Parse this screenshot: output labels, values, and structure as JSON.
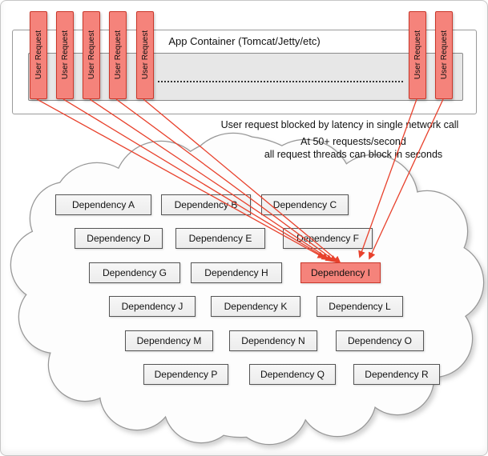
{
  "app_container": {
    "label": "App Container (Tomcat/Jetty/etc)"
  },
  "user_request_label": "User Request",
  "notes": {
    "blocked": "User request blocked by latency in single network call",
    "rate": "At 50+ requests/second",
    "threads": "all request threads can block in seconds"
  },
  "dependencies": [
    "Dependency A",
    "Dependency B",
    "Dependency C",
    "Dependency D",
    "Dependency E",
    "Dependency F",
    "Dependency G",
    "Dependency H",
    "Dependency I",
    "Dependency J",
    "Dependency K",
    "Dependency L",
    "Dependency M",
    "Dependency N",
    "Dependency O",
    "Dependency P",
    "Dependency Q",
    "Dependency R"
  ],
  "highlighted_dependency": "Dependency I",
  "colors": {
    "request_fill": "#f5837b",
    "request_border": "#c9372a",
    "arrow": "#e8412c",
    "dependency_fill": "#ececec",
    "dependency_border": "#555555"
  }
}
